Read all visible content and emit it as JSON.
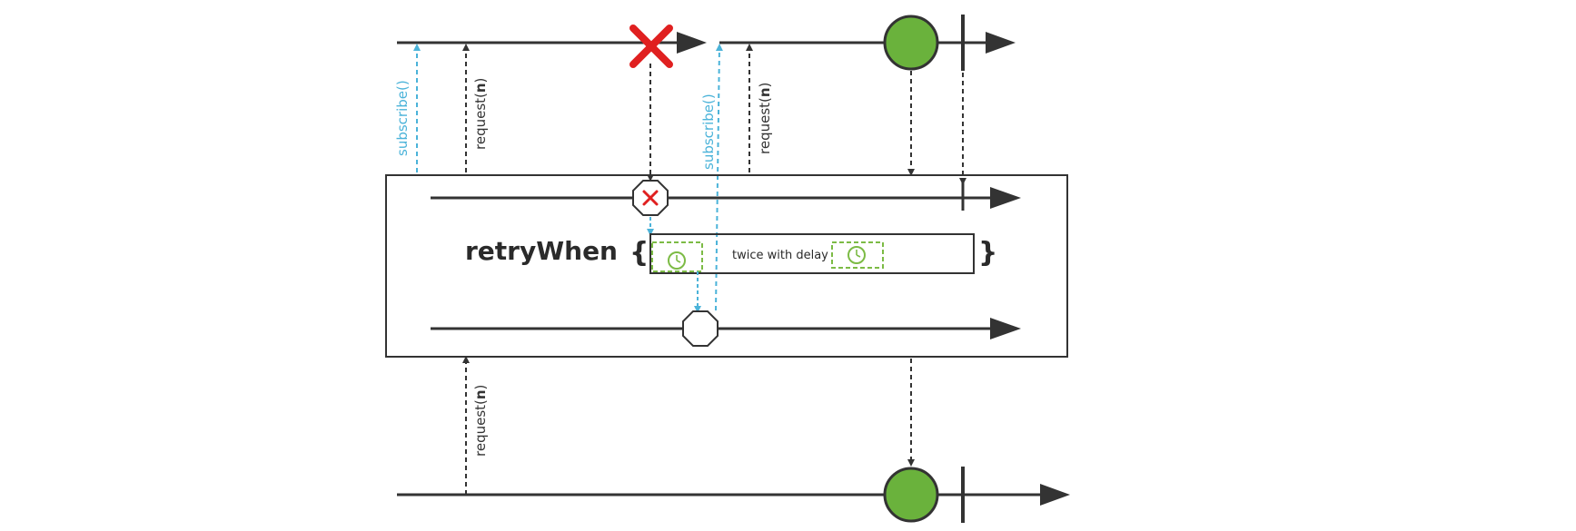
{
  "operator": {
    "name": "retryWhen",
    "open_brace": "{",
    "close_brace": "}",
    "inner_text": "twice with delay"
  },
  "labels": {
    "subscribe": "subscribe()",
    "request_prefix": "request(",
    "request_arg": "n",
    "request_suffix": ")"
  },
  "colors": {
    "line": "#333333",
    "subscribe": "#4bb3d9",
    "error": "#e02020",
    "item": "#6ab23c",
    "delay": "#7cbb45"
  },
  "icons": [
    "error-x-icon",
    "clock-icon",
    "octagon-icon",
    "arrowhead-icon"
  ]
}
